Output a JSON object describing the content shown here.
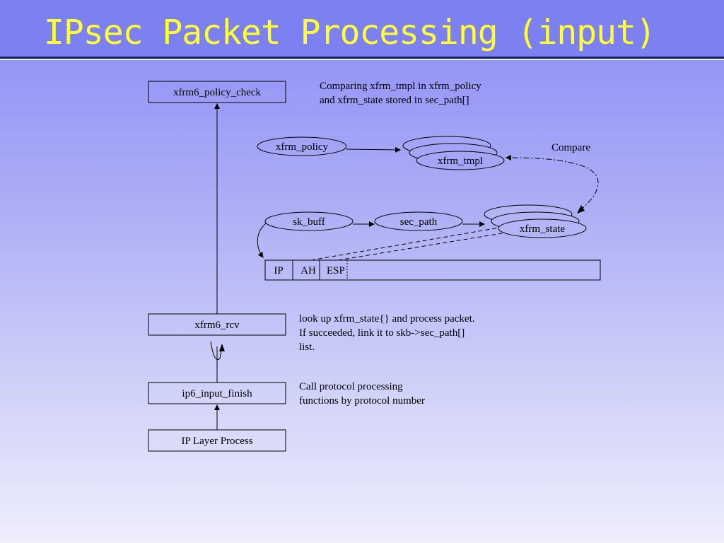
{
  "title": "IPsec Packet Processing (input)",
  "boxes": {
    "policy_check": "xfrm6_policy_check",
    "rcv": "xfrm6_rcv",
    "input_finish": "ip6_input_finish",
    "ip_layer": "IP Layer Process"
  },
  "notes": {
    "policy_line1": "Comparing xfrm_tmpl in xfrm_policy",
    "policy_line2": "and xfrm_state stored in sec_path[]",
    "rcv_line1": "look up xfrm_state{} and process packet.",
    "rcv_line2": "If succeeded, link it to skb->sec_path[]",
    "rcv_line3": "list.",
    "finish_line1": "Call protocol processing",
    "finish_line2": "functions by protocol number"
  },
  "ellipses": {
    "xfrm_policy": "xfrm_policy",
    "xfrm_tmpl": "xfrm_tmpl",
    "sk_buff": "sk_buff",
    "sec_path": "sec_path",
    "xfrm_state": "xfrm_state"
  },
  "compare_label": "Compare",
  "packet_fields": [
    "IP",
    "AH",
    "ESP"
  ]
}
